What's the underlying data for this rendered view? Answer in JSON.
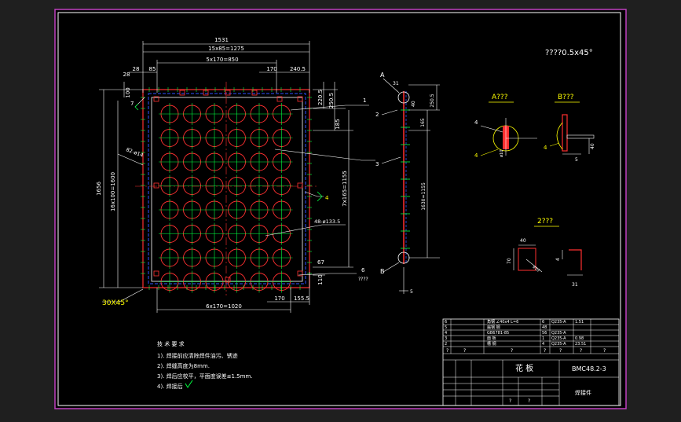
{
  "drawing": {
    "title_note": "????0.5x45°",
    "dims_top": [
      "1531",
      "15x85=1275",
      "5x170=850",
      "170",
      "240.5",
      "85",
      "28",
      "28"
    ],
    "dims_left": [
      "1656",
      "16x100=1600",
      "100"
    ],
    "dims_right_main": [
      "220.5",
      "250.5",
      "185",
      "7x165=1155",
      "67"
    ],
    "dims_bottom": [
      "6x170=1020",
      "170",
      "155.5",
      "110"
    ],
    "chamfer_label": "30X45°",
    "hole_label": "48-ø133.5",
    "hole_label2": "82-ø14",
    "callouts": [
      "1",
      "2",
      "3",
      "4",
      "5",
      "6",
      "7"
    ],
    "side_labels": [
      "A",
      "B",
      "31",
      "40",
      "250.5",
      "165",
      "1630=1155",
      "5"
    ],
    "detail_a_title": "A???",
    "detail_b_title": "B???",
    "detail_c_title": "2???",
    "detail_nums": [
      "4",
      "4",
      "4",
      "ø10",
      "40",
      "5",
      "40",
      "70",
      "ø10",
      "31"
    ],
    "note_title": "技 术 要 求",
    "notes": [
      "1). 焊接前应清除焊件油污、锈迹",
      "2). 焊缝高度为8mm.",
      "3). 焊后应校平，平面度误差≤1.5mm.",
      "4). 焊接后"
    ],
    "question_mark": "????",
    "title_block": {
      "name": "花 板",
      "code": "BMC48.2-3",
      "subtitle": "焊接件",
      "rows": [
        [
          "6",
          "角钢 ∠40x4  L=6",
          "6",
          "Q235-A",
          "1.51"
        ],
        [
          "5",
          "扁钢 钢",
          "48",
          "",
          ""
        ],
        [
          "4",
          "GB6781-85",
          "56",
          "Q235-A",
          ""
        ],
        [
          "3",
          "面 板",
          "1",
          "Q235-A",
          "0.98"
        ],
        [
          "2",
          "槽 钢",
          "4",
          "Q235-A",
          "23.51"
        ]
      ],
      "header_marks": [
        "?",
        "?",
        "?",
        "?",
        "?",
        "?",
        "?",
        "?",
        "?"
      ]
    }
  }
}
